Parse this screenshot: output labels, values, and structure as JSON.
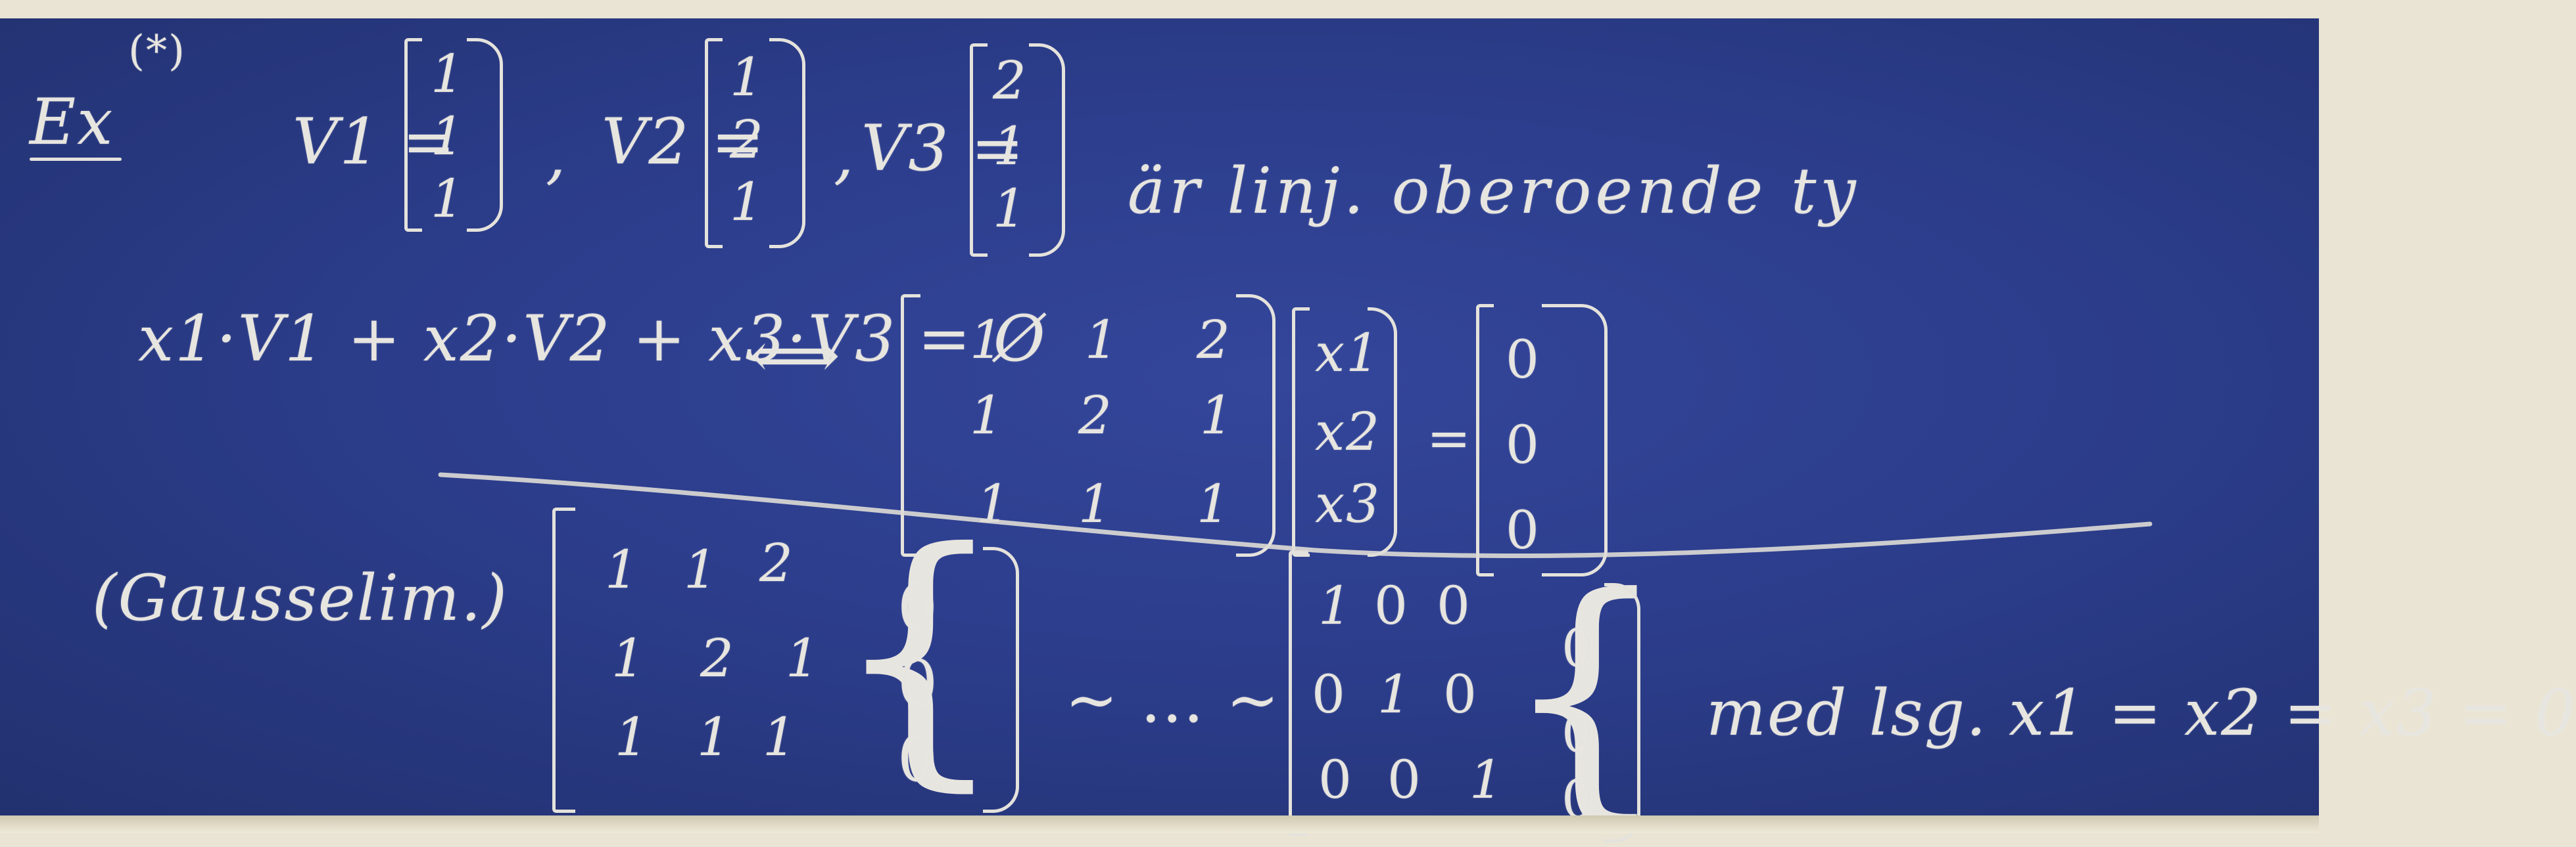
{
  "board": {
    "example_label": "Ex",
    "example_star": "(*)",
    "v1_label": "V1 =",
    "v1": [
      "1",
      "1",
      "1"
    ],
    "comma_1": ",",
    "v2_label": "V2 =",
    "v2": [
      "1",
      "2",
      "1"
    ],
    "comma_2": ",",
    "v3_label": "V3 =",
    "v3": [
      "2",
      "1",
      "1"
    ],
    "statement": "är linj. oberoende ty",
    "linear_combination": "x1·V1 + x2·V2 + x3·V3 = Ø",
    "equivalence": "⟺",
    "coeff_matrix": [
      [
        "1",
        "1",
        "2"
      ],
      [
        "1",
        "2",
        "1"
      ],
      [
        "1",
        "1",
        "1"
      ]
    ],
    "unknowns": [
      "x1",
      "x2",
      "x3"
    ],
    "equals": "=",
    "zero_vector": [
      "0",
      "0",
      "0"
    ],
    "gauss_label": "(Gausselim.)",
    "augmented_left": [
      [
        "1",
        "1",
        "2"
      ],
      [
        "1",
        "2",
        "1"
      ],
      [
        "1",
        "1",
        "1"
      ]
    ],
    "augmented_left_rhs": [
      "0",
      "0",
      "0"
    ],
    "row_equivalent": "~ ... ~",
    "augmented_right": [
      [
        "1",
        "0",
        "0"
      ],
      [
        "0",
        "1",
        "0"
      ],
      [
        "0",
        "0",
        "1"
      ]
    ],
    "augmented_right_rhs": [
      "0",
      "0",
      "0"
    ],
    "solution": "med lsg. x1 = x2 = x3 = 0"
  },
  "colors": {
    "board": "#2c3d8c",
    "chalk": "#e7e5df",
    "frame": "#e9e4d4"
  }
}
